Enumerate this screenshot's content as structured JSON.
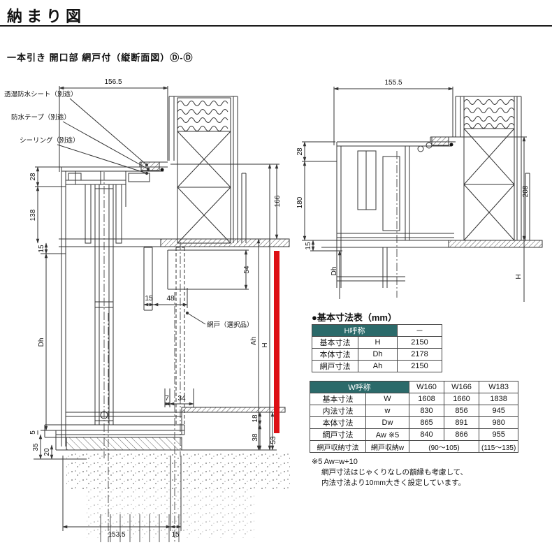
{
  "page": {
    "title": "納まり図",
    "subtitle": "一本引き 開口部 網戸付（縦断面図）Ⓓ-Ⓓ"
  },
  "drawing_left": {
    "callout_sheet": "透湿防水シート（別途）",
    "callout_tape": "防水テープ（別途）",
    "callout_sealing": "シーリング（別途）",
    "callout_screen": "網戸（選択品）",
    "dim_width_top": "156.5",
    "dim_28": "28",
    "dim_138": "138",
    "dim_15_left": "15",
    "dim_dh": "Dh",
    "dim_5": "5",
    "dim_35": "35",
    "dim_20": "20",
    "dim_166": "166",
    "dim_54": "54",
    "dim_ah": "Ah",
    "dim_h": "H",
    "dim_15_pocket": "15",
    "dim_48": "48",
    "dim_7": "7",
    "dim_34": "34",
    "dim_18": "18",
    "dim_38": "38",
    "dim_53": "53",
    "dim_width_bottom": "153.5",
    "dim_15_bottom": "15"
  },
  "drawing_right": {
    "dim_width_top": "155.5",
    "dim_28": "28",
    "dim_180": "180",
    "dim_15": "15",
    "dim_dh": "Dh",
    "dim_208": "208",
    "dim_h": "H"
  },
  "spec": {
    "section_title": "●基本寸法表（mm）",
    "h_table": {
      "header_label": "H呼称",
      "header_value": "－",
      "rows": [
        {
          "name": "基本寸法",
          "symbol": "H",
          "value": "2150"
        },
        {
          "name": "本体寸法",
          "symbol": "Dh",
          "value": "2178"
        },
        {
          "name": "網戸寸法",
          "symbol": "Ah",
          "value": "2150"
        }
      ]
    },
    "w_table": {
      "header_label": "W呼称",
      "cols": [
        "W160",
        "W166",
        "W183"
      ],
      "rows": [
        {
          "name": "基本寸法",
          "symbol": "W",
          "values": [
            "1608",
            "1660",
            "1838"
          ]
        },
        {
          "name": "内法寸法",
          "symbol": "w",
          "values": [
            "830",
            "856",
            "945"
          ]
        },
        {
          "name": "本体寸法",
          "symbol": "Dw",
          "values": [
            "865",
            "891",
            "980"
          ]
        },
        {
          "name": "網戸寸法",
          "symbol": "Aw ※5",
          "values": [
            "840",
            "866",
            "955"
          ]
        }
      ],
      "storage_row": {
        "name": "網戸収納寸法",
        "symbol": "網戸収納w",
        "value_a": "(90～105)",
        "value_b": "(115～135)"
      }
    },
    "notes": {
      "line1": "※5 Aw=w+10",
      "line2": "網戸寸法はじゃくりなしの額縁も考慮して、",
      "line3": "内法寸法より10mm大きく設定しています。"
    }
  },
  "colors": {
    "accent_red": "#dd1015",
    "table_header_bg": "#2b6a6a"
  }
}
